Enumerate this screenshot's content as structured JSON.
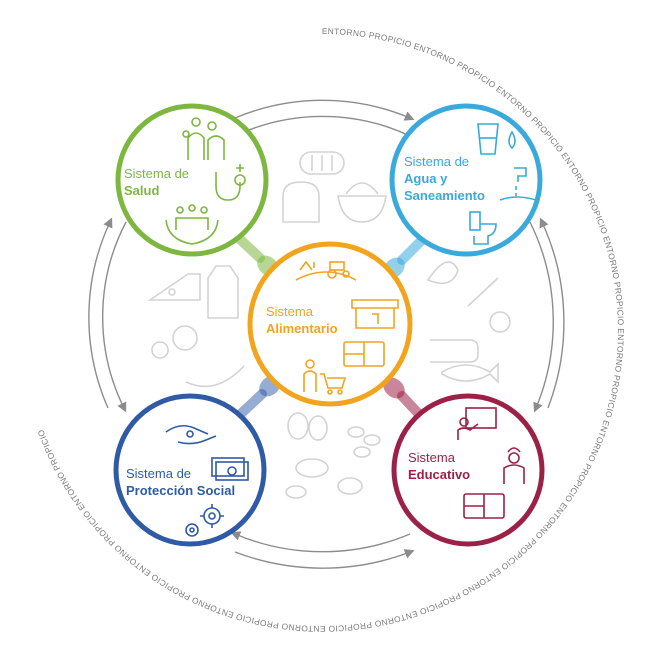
{
  "ring_text": "ENTORNO PROPICIO",
  "colors": {
    "salud": "#7db73f",
    "agua": "#3aa9dc",
    "alimentario": "#f2a41e",
    "social": "#2f5aa6",
    "educativo": "#9c2146",
    "arrows": "#8c8c8c",
    "food_icons": "#d6d6d6"
  },
  "systems": {
    "salud": {
      "line1": "Sistema de",
      "line2": "Salud",
      "icons": [
        "family-icon",
        "stethoscope-icon",
        "protected-people-icon"
      ]
    },
    "agua": {
      "line1": "Sistema de",
      "line2": "Agua y",
      "line3": "Saneamiento",
      "icons": [
        "water-glass-icon",
        "water-drop-icon",
        "faucet-icon",
        "toilet-icon"
      ]
    },
    "alimentario": {
      "line1": "Sistema",
      "line2": "Alimentario",
      "icons": [
        "farm-tractor-icon",
        "market-stall-icon",
        "food-tray-icon",
        "shopper-cart-icon"
      ]
    },
    "social": {
      "line1": "Sistema de",
      "line2": "Protección Social",
      "icons": [
        "helping-hands-icon",
        "banknotes-icon",
        "gears-icon"
      ]
    },
    "educativo": {
      "line1": "Sistema",
      "line2": "Educativo",
      "icons": [
        "teacher-board-icon",
        "cook-icon",
        "school-meal-tray-icon"
      ]
    }
  }
}
